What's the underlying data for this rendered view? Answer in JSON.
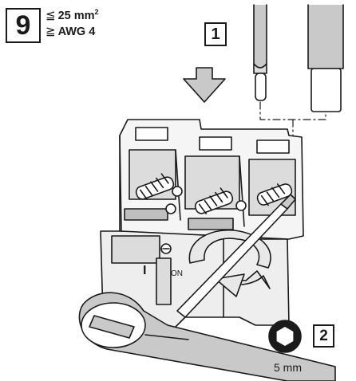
{
  "step": {
    "number": "9"
  },
  "specs": {
    "area": {
      "symbol": "≦",
      "text": "25 mm",
      "sup": "2"
    },
    "awg": {
      "symbol": "≧",
      "text": "AWG 4"
    }
  },
  "callouts": {
    "one": "1",
    "two": "2"
  },
  "tool": {
    "hex_size": "5 mm",
    "icon": "hex-socket-icon"
  },
  "labels": {
    "switch_on": "ON",
    "switch_mark": "I"
  },
  "colors": {
    "line": "#1a1a1a",
    "fill": "#ffffff",
    "shade": "#c9c9c9",
    "dark": "#7a7a7a"
  }
}
